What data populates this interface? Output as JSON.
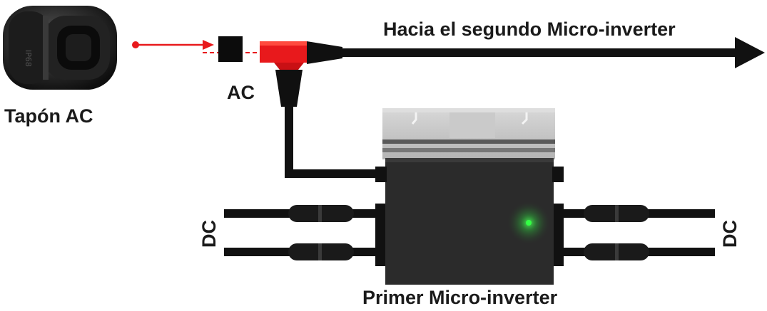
{
  "labels": {
    "ac_cap": "Tapón AC",
    "ac_connector": "AC",
    "to_second": "Hacia el segundo Micro-inverter",
    "first_inverter": "Primer Micro-inverter",
    "dc_left": "DC",
    "dc_right": "DC",
    "cap_marking": "IP68"
  },
  "icons": [
    "ac-cap-icon",
    "ac-connector-icon",
    "t-connector-icon",
    "micro-inverter-icon",
    "status-led-icon",
    "dc-connector-icon"
  ],
  "colors": {
    "cable": "#111111",
    "connector_red": "#e8191c",
    "arrow_red": "#e8191c",
    "inverter_body": "#2b2b2b",
    "inverter_top": "#c9c9c9",
    "led": "#2ee83a",
    "text": "#1a1a1a"
  }
}
